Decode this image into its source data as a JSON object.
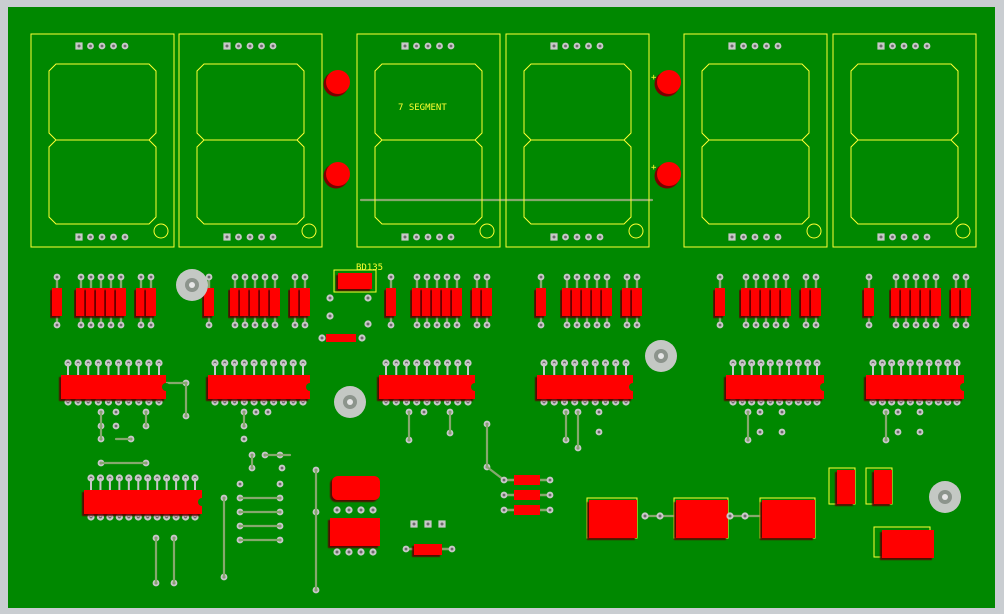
{
  "board": {
    "colors": {
      "frame": "#c9cdd1",
      "substrate": "#008800",
      "silkscreen": "#ffff33",
      "component": "#ff0000",
      "component_shadow": "#7a0000",
      "pad": "#c8c8c8",
      "pad_hole": "#6a6a6a",
      "trace": "#86a86e",
      "mount_hole": "#d6d6d6"
    },
    "labels": {
      "display_caption": "7 SEGMENT",
      "transistor": "BD135"
    },
    "counts": {
      "seven_segment_digits": 6,
      "colon_leds": 4,
      "dip_ics": 7,
      "mounting_holes": 4
    }
  }
}
